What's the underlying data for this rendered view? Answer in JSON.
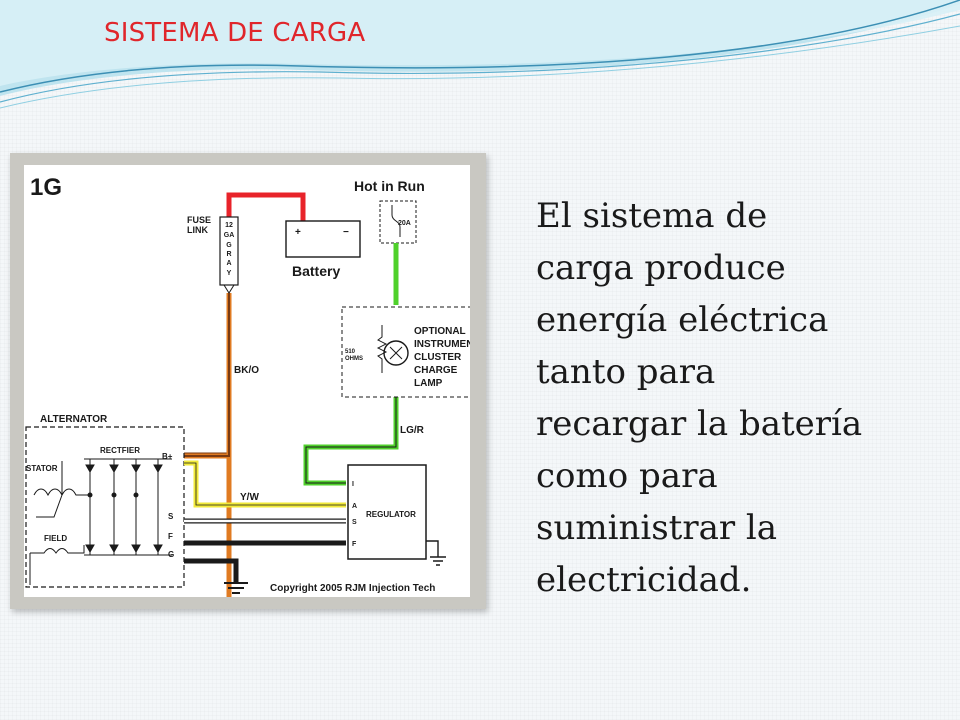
{
  "slide": {
    "title": "SISTEMA DE CARGA",
    "title_color": "#e0262b",
    "body_lines": [
      "El sistema de",
      "carga produce",
      "energía eléctrica",
      "tanto para",
      "recargar la batería",
      "como para",
      "suministrar la",
      "electricidad."
    ]
  },
  "diagram": {
    "code": "1G",
    "hot_in_run": "Hot in Run",
    "fuse_20a": "20A",
    "fuse_link": [
      "FUSE",
      "LINK"
    ],
    "fuse_link_gauge": [
      "12",
      "GA",
      "G",
      "R",
      "A",
      "Y"
    ],
    "battery": "Battery",
    "battery_plus": "+",
    "battery_minus": "−",
    "optional_lamp": [
      "OPTIONAL",
      "INSTRUMENT",
      "CLUSTER",
      "CHARGE",
      "LAMP"
    ],
    "resistor": [
      "510",
      "OHMS"
    ],
    "wire_bko": "BK/O",
    "wire_lgr": "LG/R",
    "wire_yw": "Y/W",
    "alternator": "ALTERNATOR",
    "rectifier": "RECTFIER",
    "stator": "STATOR",
    "field": "FIELD",
    "terminal_b": "B+",
    "terminal_s": "S",
    "terminal_f": "F",
    "terminal_g": "G",
    "regulator": "REGULATOR",
    "reg_i": "I",
    "reg_a": "A",
    "reg_s": "S",
    "reg_f": "F",
    "copyright": "Copyright 2005 RJM Injection Tech",
    "colors": {
      "red_wire": "#e8232a",
      "green_wire": "#4fd12b",
      "yellow_wire": "#f2ea3a",
      "brown_wire": "#7a3a12",
      "orange_wire": "#e07b22"
    }
  }
}
